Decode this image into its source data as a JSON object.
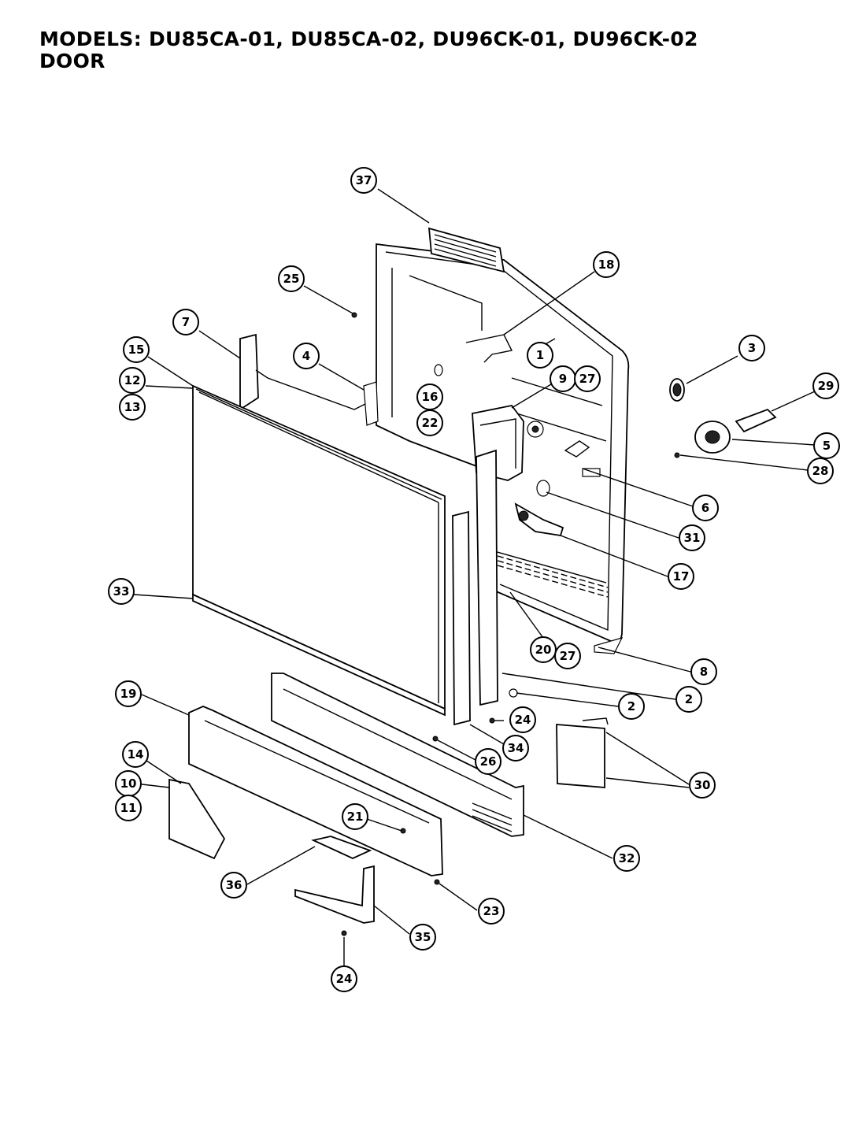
{
  "header": {
    "models_line": "MODELS: DU85CA-01, DU85CA-02, DU96CK-01, DU96CK-02",
    "section": "DOOR"
  },
  "callouts": [
    {
      "id": "c37",
      "label": "37"
    },
    {
      "id": "c25",
      "label": "25"
    },
    {
      "id": "c18",
      "label": "18"
    },
    {
      "id": "c7",
      "label": "7"
    },
    {
      "id": "c4",
      "label": "4"
    },
    {
      "id": "c1",
      "label": "1"
    },
    {
      "id": "c3",
      "label": "3"
    },
    {
      "id": "c15",
      "label": "15"
    },
    {
      "id": "c12",
      "label": "12"
    },
    {
      "id": "c13",
      "label": "13"
    },
    {
      "id": "c16",
      "label": "16"
    },
    {
      "id": "c22",
      "label": "22"
    },
    {
      "id": "c9",
      "label": "9"
    },
    {
      "id": "c27a",
      "label": "27"
    },
    {
      "id": "c29",
      "label": "29"
    },
    {
      "id": "c5",
      "label": "5"
    },
    {
      "id": "c28",
      "label": "28"
    },
    {
      "id": "c6",
      "label": "6"
    },
    {
      "id": "c31",
      "label": "31"
    },
    {
      "id": "c17",
      "label": "17"
    },
    {
      "id": "c33",
      "label": "33"
    },
    {
      "id": "c20",
      "label": "20"
    },
    {
      "id": "c27b",
      "label": "27"
    },
    {
      "id": "c8",
      "label": "8"
    },
    {
      "id": "c2a",
      "label": "2"
    },
    {
      "id": "c2b",
      "label": "2"
    },
    {
      "id": "c19",
      "label": "19"
    },
    {
      "id": "c24a",
      "label": "24"
    },
    {
      "id": "c34",
      "label": "34"
    },
    {
      "id": "c26",
      "label": "26"
    },
    {
      "id": "c14",
      "label": "14"
    },
    {
      "id": "c10",
      "label": "10"
    },
    {
      "id": "c11",
      "label": "11"
    },
    {
      "id": "c30",
      "label": "30"
    },
    {
      "id": "c21",
      "label": "21"
    },
    {
      "id": "c32",
      "label": "32"
    },
    {
      "id": "c36",
      "label": "36"
    },
    {
      "id": "c23",
      "label": "23"
    },
    {
      "id": "c35",
      "label": "35"
    },
    {
      "id": "c24b",
      "label": "24"
    }
  ]
}
